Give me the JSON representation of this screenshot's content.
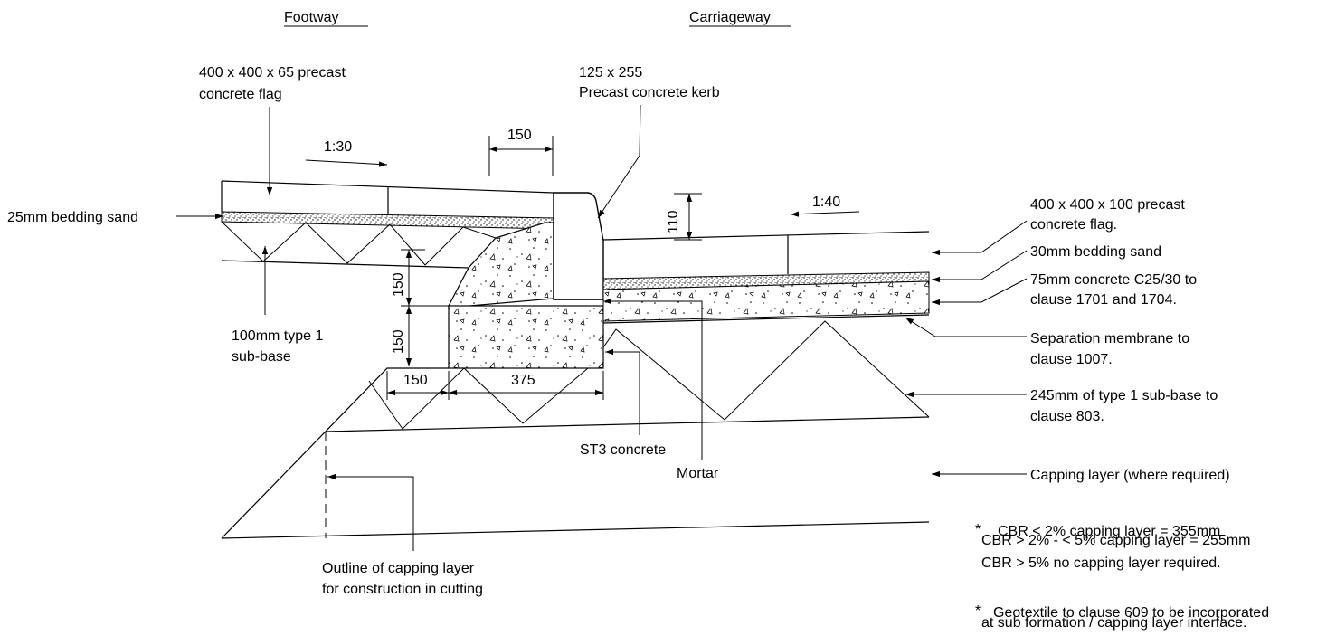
{
  "headings": {
    "footway": "Footway",
    "carriageway": "Carriageway"
  },
  "labels": {
    "flag_65_l1": "400 x 400 x 65 precast",
    "flag_65_l2": "concrete flag",
    "kerb_l1": "125 x 255",
    "kerb_l2": "Precast concrete kerb",
    "bedding_25": "25mm bedding sand",
    "subbase_100_l1": "100mm type 1",
    "subbase_100_l2": "sub-base",
    "flag_100_l1": "400 x 400 x 100 precast",
    "flag_100_l2": "concrete flag.",
    "bedding_30": "30mm bedding sand",
    "concrete_75_l1": "75mm concrete C25/30 to",
    "concrete_75_l2": "clause 1701 and 1704.",
    "membrane_l1": "Separation membrane to",
    "membrane_l2": "clause 1007.",
    "subbase_245_l1": "245mm of type 1 sub-base to",
    "subbase_245_l2": "clause 803.",
    "st3": "ST3 concrete",
    "mortar": "Mortar",
    "capping": "Capping layer (where required)",
    "outline_l1": "Outline of capping layer",
    "outline_l2": "for construction in cutting"
  },
  "dimensions": {
    "fall_footway": "1:30",
    "fall_carriageway": "1:40",
    "kerb_width": "150",
    "upstand": "110",
    "haunch_upper": "150",
    "haunch_lower": "150",
    "base_left": "150",
    "base_right": "375"
  },
  "notes": {
    "star1": "*",
    "capping_line1": "CBR < 2% capping layer = 355mm",
    "capping_line2": "CBR > 2% - < 5% capping layer = 255mm",
    "capping_line3": "CBR > 5% no capping layer required.",
    "star2": "*",
    "geo_line1": "Geotextile to clause 609 to be incorporated",
    "geo_line2": "at sub formation / capping layer interface."
  }
}
